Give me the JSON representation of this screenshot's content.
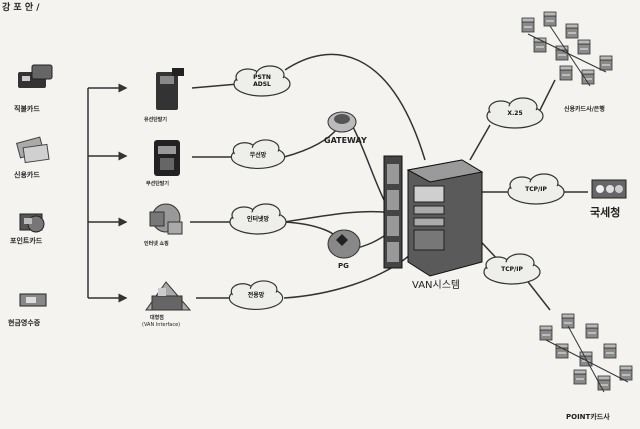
{
  "header_partial": "강 포 안 /",
  "cards": [
    {
      "label": "직불카드",
      "icon": "debit-card-icon"
    },
    {
      "label": "신용카드",
      "icon": "credit-card-icon"
    },
    {
      "label": "포인트카드",
      "icon": "point-card-icon"
    },
    {
      "label": "현금영수증",
      "icon": "cash-receipt-icon"
    }
  ],
  "terminals": [
    {
      "label": "유선단말기",
      "icon": "wired-terminal-icon"
    },
    {
      "label": "무선단말기",
      "icon": "wireless-terminal-icon"
    },
    {
      "label": "인터넷 쇼핑",
      "icon": "internet-shopping-icon"
    },
    {
      "label": "대형점",
      "sublabel": "(VAN Interface)",
      "icon": "large-store-icon"
    }
  ],
  "networks": {
    "pstn": [
      "PSTN",
      "ADSL"
    ],
    "wireless": "무선망",
    "internet": "인터넷망",
    "dedicated": "전용망",
    "x25": "X.25",
    "tcpip_tax": "TCP/IP",
    "tcpip_point": "TCP/IP"
  },
  "gateway": "GATEWAY",
  "pg": "PG",
  "van": "VAN시스템",
  "destinations": {
    "card_bank": "신용카드사/은행",
    "tax": "국세청",
    "point": "POINT카드사"
  }
}
